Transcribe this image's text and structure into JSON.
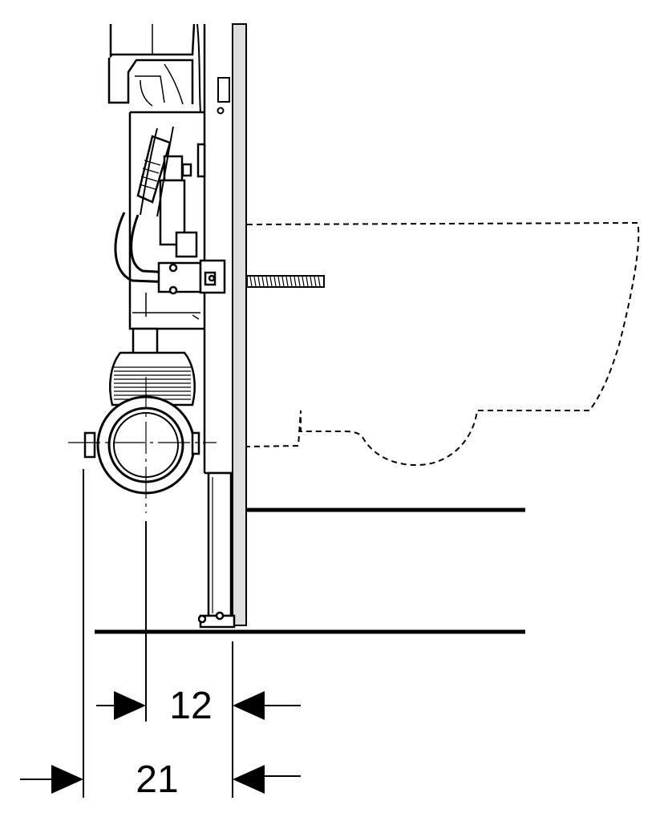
{
  "diagram": {
    "dimensions": [
      {
        "id": "dim-12",
        "label": "12"
      },
      {
        "id": "dim-21",
        "label": "21"
      }
    ]
  }
}
